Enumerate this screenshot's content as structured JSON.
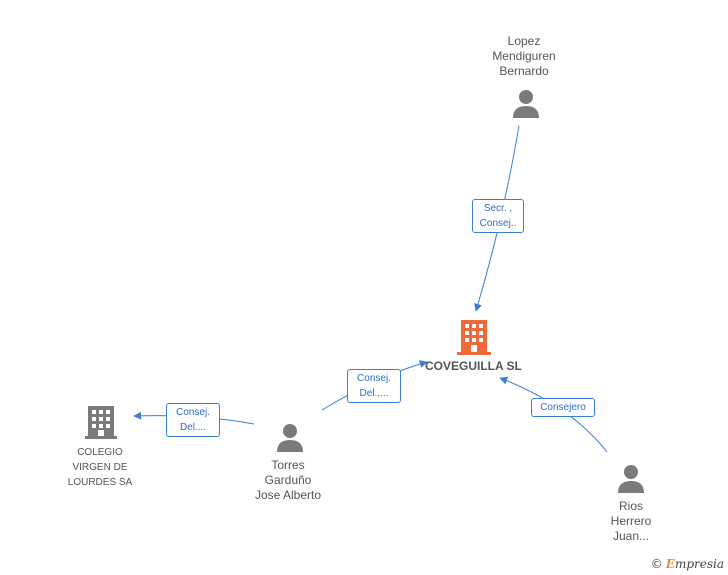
{
  "colors": {
    "edge": "#3a7fd6",
    "person_icon": "#7a7a7a",
    "company_main": "#ef6a3a",
    "company_other": "#7a7a7a"
  },
  "nodes": {
    "main_company": {
      "label": "COVEGUILLA SL",
      "icon": "building-icon"
    },
    "lopez": {
      "label": "Lopez\nMendiguren\nBernardo",
      "icon": "person-icon"
    },
    "torres": {
      "label": "Torres\nGarduño\nJose Alberto",
      "icon": "person-icon"
    },
    "rios": {
      "label": "Rios\nHerrero\nJuan...",
      "icon": "person-icon"
    },
    "colegio": {
      "label": "COLEGIO\nVIRGEN DE\nLOURDES SA",
      "icon": "building-icon"
    }
  },
  "edges": {
    "lopez_main": {
      "line1": "Secr. ,",
      "line2": "Consej.."
    },
    "torres_main": {
      "line1": "Consej.",
      "line2": "Del.,..."
    },
    "torres_colegio": {
      "line1": "Consej.",
      "line2": "Del...."
    },
    "rios_main": {
      "line1": "Consejero"
    }
  },
  "footer": {
    "copyright": "©",
    "brand_initial": "E",
    "brand_rest": "mpresia"
  }
}
